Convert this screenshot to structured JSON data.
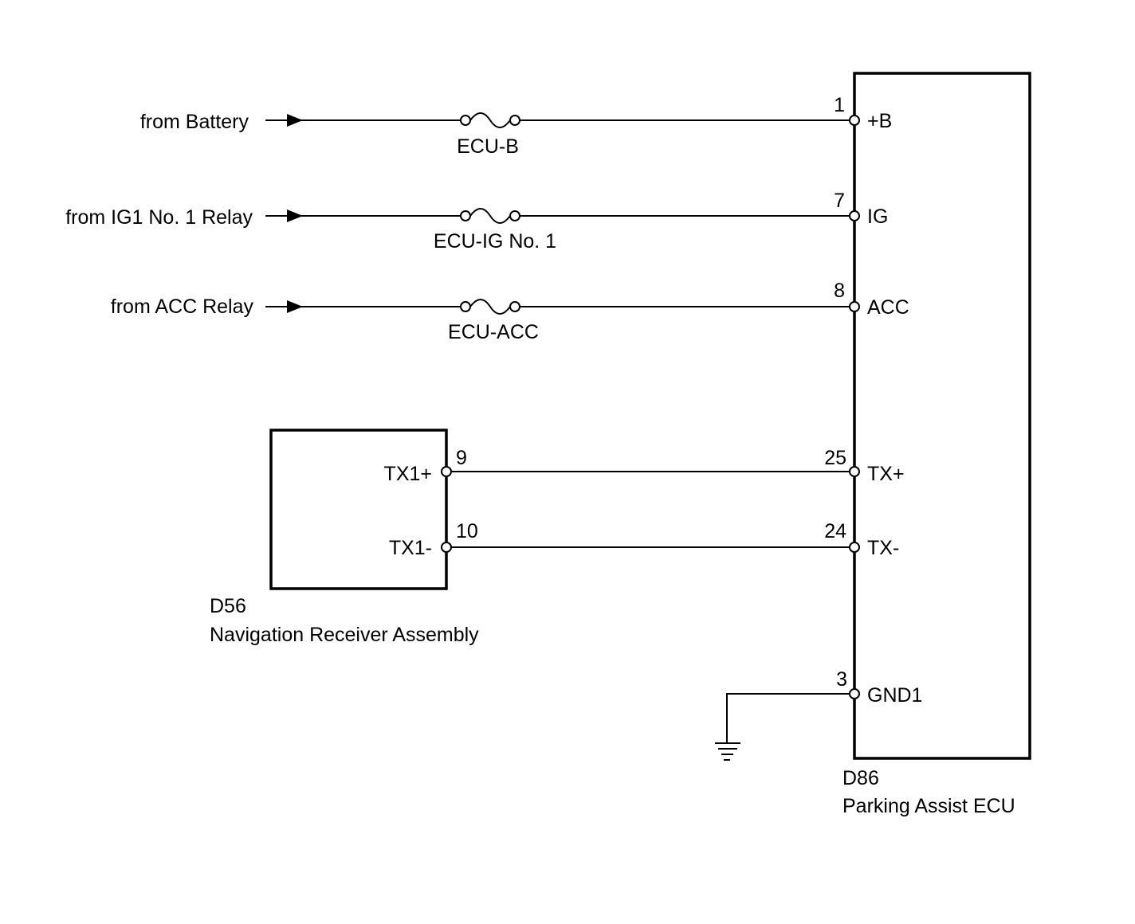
{
  "sources": [
    {
      "label": "from Battery",
      "fuse": "ECU-B"
    },
    {
      "label": "from IG1 No. 1  Relay",
      "fuse": "ECU-IG No. 1"
    },
    {
      "label": "from ACC Relay",
      "fuse": "ECU-ACC"
    }
  ],
  "ecu": {
    "code": "D86",
    "name": "Parking Assist ECU",
    "pins": [
      {
        "number": "1",
        "name": "+B"
      },
      {
        "number": "7",
        "name": "IG"
      },
      {
        "number": "8",
        "name": "ACC"
      },
      {
        "number": "25",
        "name": "TX+"
      },
      {
        "number": "24",
        "name": "TX-"
      },
      {
        "number": "3",
        "name": "GND1"
      }
    ]
  },
  "nav": {
    "code": "D56",
    "name": "Navigation Receiver Assembly",
    "pins": [
      {
        "number": "9",
        "name": "TX1+"
      },
      {
        "number": "10",
        "name": "TX1-"
      }
    ]
  }
}
